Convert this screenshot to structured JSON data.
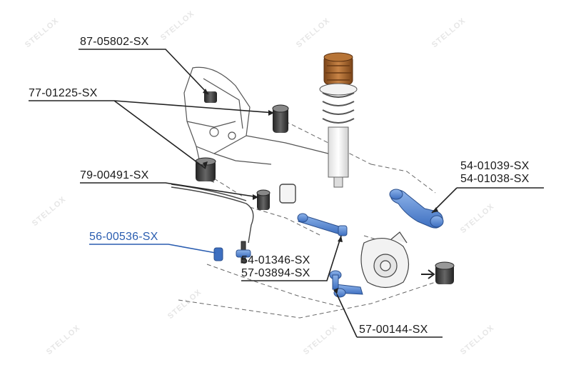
{
  "watermark": {
    "brand": "STELLOX"
  },
  "labels": {
    "p1": "87-05802-SX",
    "p2": "77-01225-SX",
    "p3": "79-00491-SX",
    "p4": "56-00536-SX",
    "p5a": "54-01346-SX",
    "p5b": "57-03894-SX",
    "p6a": "54-01039-SX",
    "p6b": "54-01038-SX",
    "p7": "57-00144-SX"
  },
  "colors": {
    "part_blue": "#5b8fd6",
    "part_blue_dark": "#2f5fa8",
    "spring_bronze": "#a0622c",
    "highlight_label": "#2a5db0"
  }
}
